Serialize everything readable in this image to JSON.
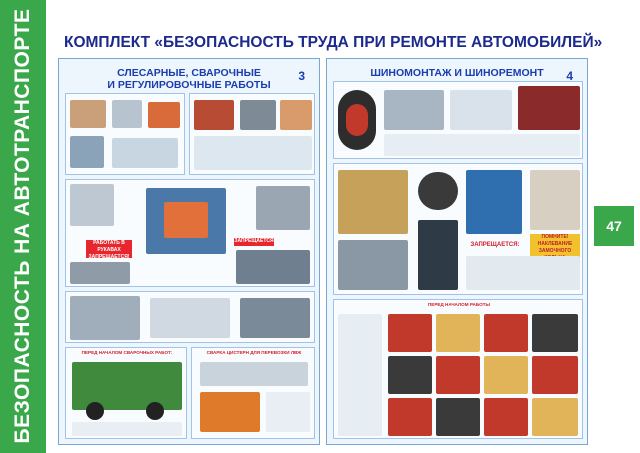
{
  "side_band": {
    "text": "БЕЗОПАСНОСТЬ НА АВТОТРАНСПОРТЕ",
    "color": "#3aa84a"
  },
  "title": "КОМПЛЕКТ «БЕЗОПАСНОСТЬ ТРУДА ПРИ РЕМОНТЕ АВТОМОБИЛЕЙ»",
  "page_number": "47",
  "posters": [
    {
      "title_line1": "СЛЕСАРНЫЕ, СВАРОЧНЫЕ",
      "title_line2": "И РЕГУЛИРОВОЧНЫЕ РАБОТЫ",
      "number": "3",
      "banners": [
        "РАБОТАТЬ В РУКАВАХ ЗАПРЕЩАЕТСЯ!",
        "ЗАПРЕЩАЕТСЯ"
      ],
      "sections": [
        "ПЕРЕД НАЧАЛОМ СВАРОЧНЫХ РАБОТ:",
        "СВАРКА ЦИСТЕРН ДЛЯ ПЕРЕВОЗКИ ЛВЖ"
      ]
    },
    {
      "title_line1": "ШИНОМОНТАЖ И ШИНОРЕМОНТ",
      "number": "4",
      "banners": [
        "ЗАПРЕЩАЕТСЯ:",
        "ПОМНИТЕ! НАКЛЕВАНИЕ ЗАМОЧНОГО КОЛЬЦА ПРИВОДИТ К ТЯЖЕЛЫМ ТРАВМАМ!"
      ],
      "sections": [
        "ПЕРЕД НАЧАЛОМ РАБОТЫ"
      ]
    }
  ],
  "colors": {
    "accent_blue": "#1a3db0",
    "warning_red": "#e7262d",
    "poster_bg": "#eef6fd"
  }
}
